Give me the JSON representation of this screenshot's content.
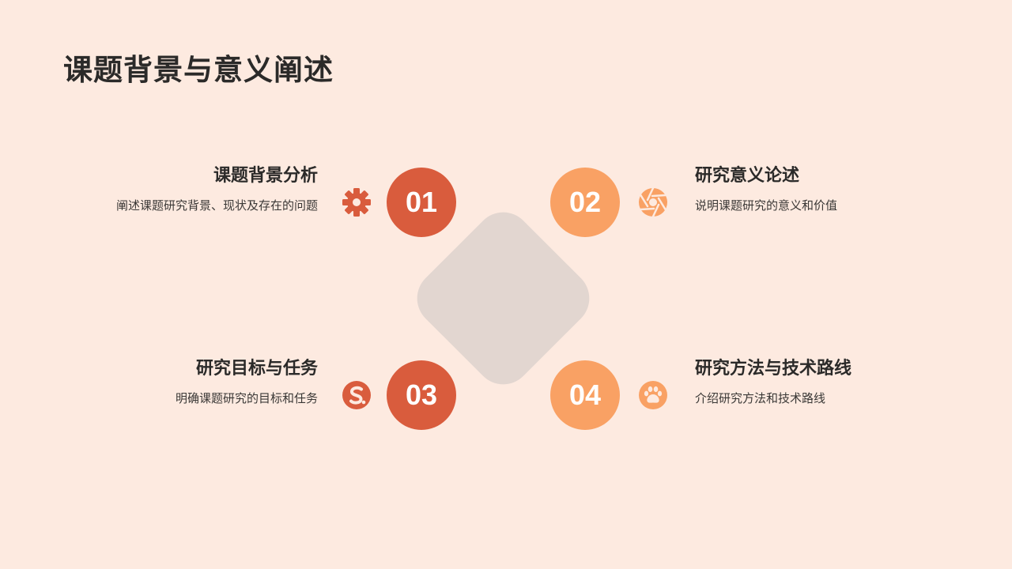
{
  "page": {
    "title": "课题背景与意义阐述"
  },
  "items": [
    {
      "number": "01",
      "title": "课题背景分析",
      "desc": "阐述课题研究背景、现状及存在的问题",
      "icon": "gear-icon"
    },
    {
      "number": "02",
      "title": "研究意义论述",
      "desc": "说明课题研究的意义和价值",
      "icon": "aperture-icon"
    },
    {
      "number": "03",
      "title": "研究目标与任务",
      "desc": "明确课题研究的目标和任务",
      "icon": "s-logo-icon"
    },
    {
      "number": "04",
      "title": "研究方法与技术路线",
      "desc": "介绍研究方法和技术路线",
      "icon": "paw-icon"
    }
  ],
  "colors": {
    "red": "#d95c3d",
    "orange": "#f9a164",
    "background": "#fdeae0",
    "diamond": "#e2d6d0"
  }
}
